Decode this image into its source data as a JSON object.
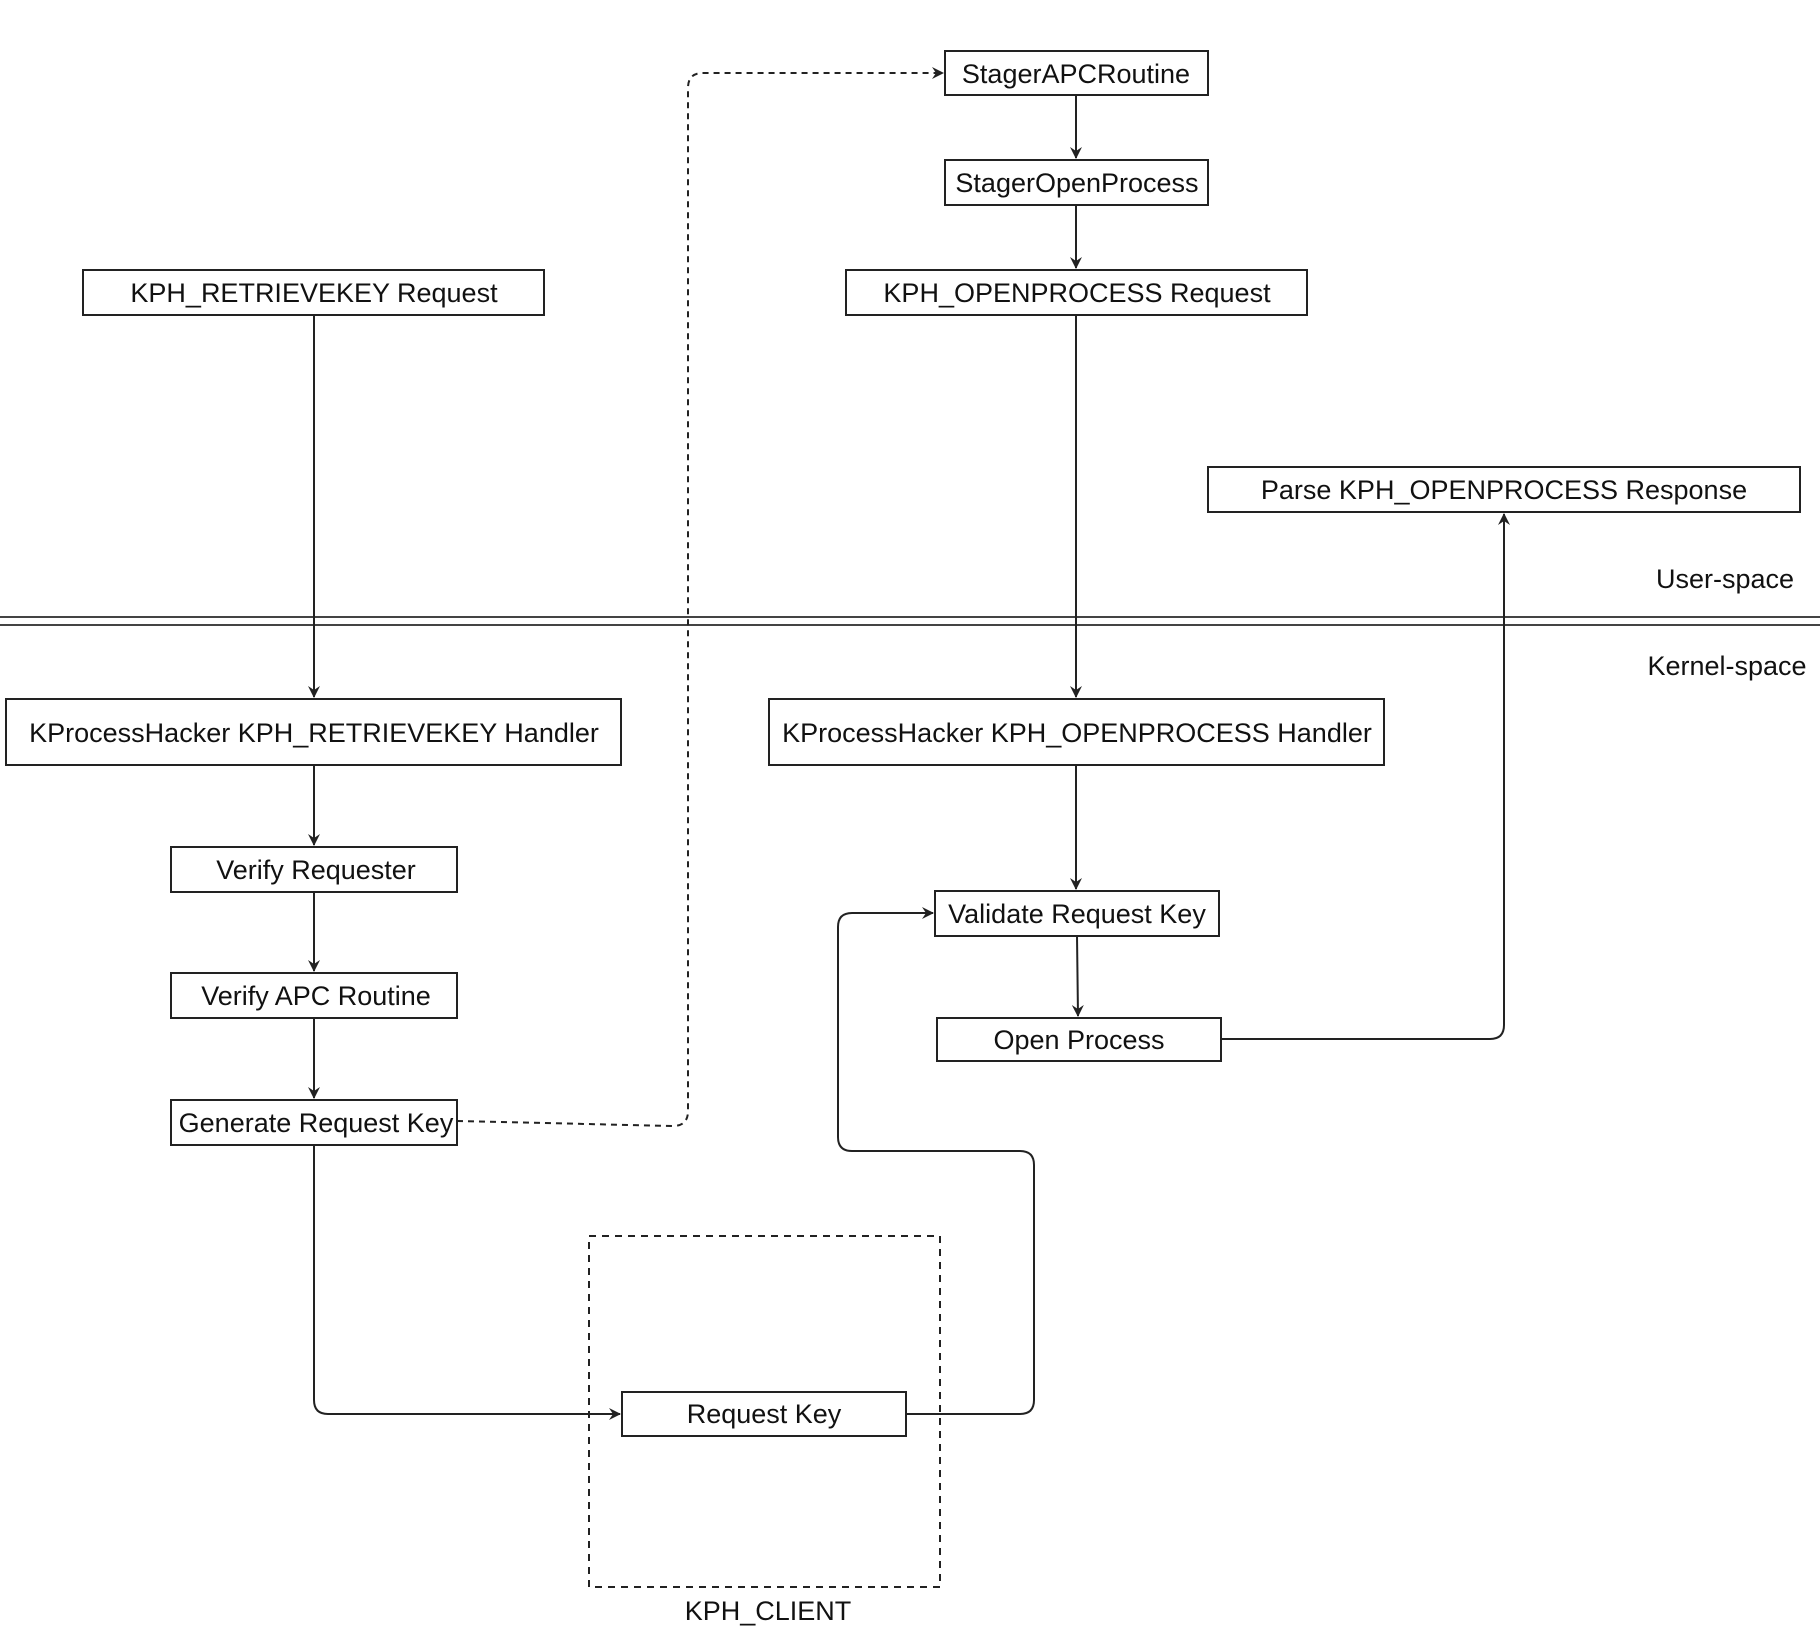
{
  "colors": {
    "background": "#ffffff",
    "stroke": "#222222",
    "text": "#111111"
  },
  "zones": {
    "user": "User-space",
    "kernel": "Kernel-space"
  },
  "group": {
    "label": "KPH_CLIENT"
  },
  "nodes": {
    "stager_apc": "StagerAPCRoutine",
    "stager_open": "StagerOpenProcess",
    "openprocess_request": "KPH_OPENPROCESS Request",
    "retrievekey_request": "KPH_RETRIEVEKEY Request",
    "parse_response": "Parse KPH_OPENPROCESS Response",
    "retrievekey_handler": "KProcessHacker KPH_RETRIEVEKEY Handler",
    "openprocess_handler": "KProcessHacker KPH_OPENPROCESS Handler",
    "verify_requester": "Verify Requester",
    "verify_apc": "Verify APC Routine",
    "generate_key": "Generate Request Key",
    "validate_key": "Validate Request Key",
    "open_process": "Open Process",
    "request_key": "Request Key"
  }
}
